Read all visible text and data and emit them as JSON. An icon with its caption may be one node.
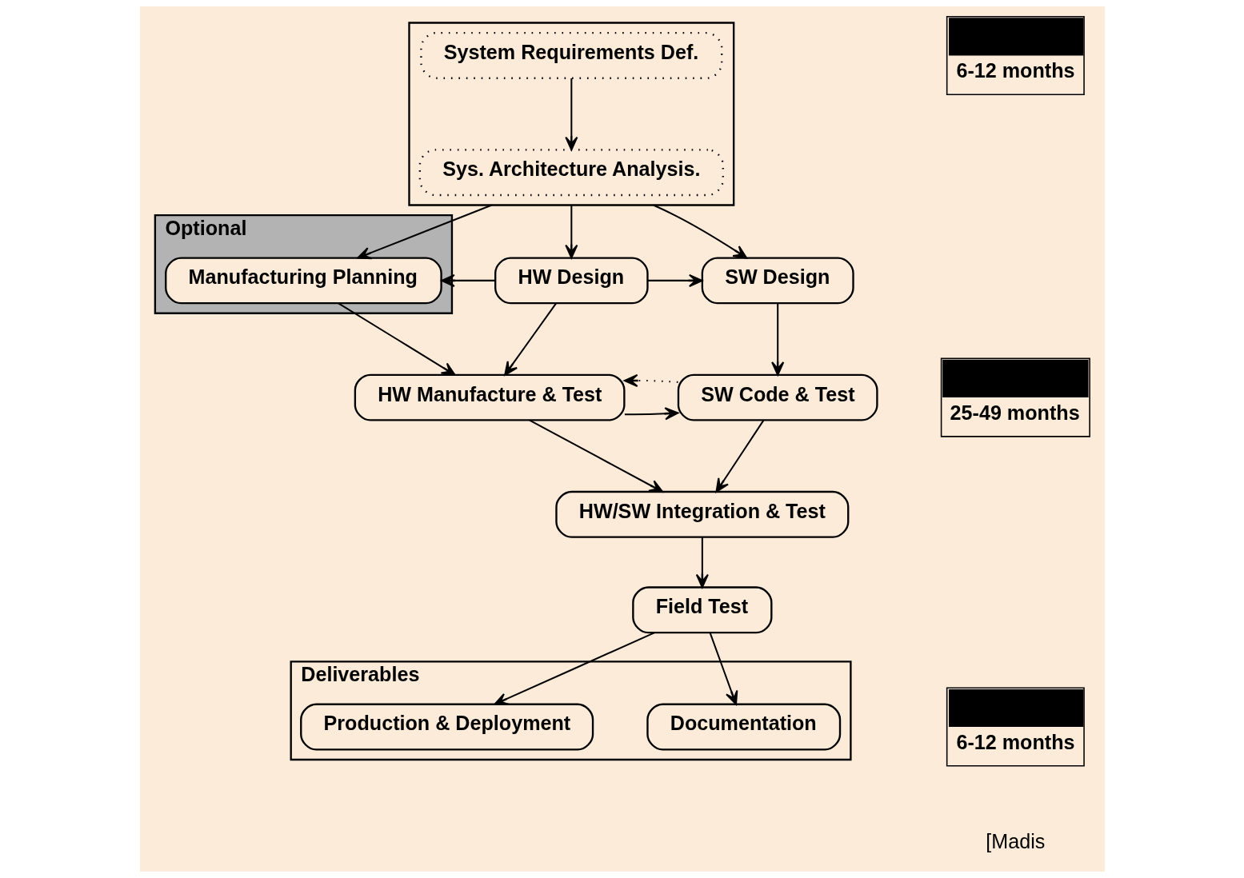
{
  "diagram": {
    "nodes": [
      {
        "text": [],
        "shape": "box"
      },
      {
        "text": [
          "System Requirements Def."
        ],
        "in": 0
      },
      {
        "text": [
          "Sys. Architecture Analysis."
        ],
        "in": 0
      },
      {
        "text": [
          "Optional"
        ]
      },
      {
        "text": [
          "Manufacturing Planning"
        ],
        "in": 3
      },
      {
        "text": [
          "HW Design"
        ]
      },
      {
        "text": [
          "SW Design"
        ]
      },
      {
        "text": [
          "HW Manufacture & Test"
        ]
      },
      {
        "text": [
          "SW Code & Test"
        ]
      },
      {
        "text": [
          "HW/SW Integration & Test"
        ]
      },
      {
        "text": [
          "Deliverables"
        ]
      },
      {
        "text": [
          "Documentation"
        ],
        "in": 10
      },
      {
        "text": [
          "Production & Deployment"
        ],
        "in": 10
      },
      {
        "text": [
          "Field Test"
        ]
      },
      {
        "text": [
          "6-12 months"
        ]
      },
      {
        "text": [
          "25-49 months"
        ]
      },
      {
        "text": [
          "6-12 months"
        ]
      }
    ],
    "edges": [
      {
        "from": 1,
        "to": 2,
        "arrow": "to"
      },
      {
        "from": 0,
        "to": 4,
        "arrow": "to"
      },
      {
        "from": 0,
        "to": 5,
        "arrow": "to"
      },
      {
        "from": 0,
        "to": 6,
        "arrow": "to"
      },
      {
        "from": 5,
        "to": 4,
        "arrow": "to"
      },
      {
        "from": 5,
        "to": 6,
        "arrow": "to"
      },
      {
        "from": 5,
        "to": 7,
        "arrow": "to"
      },
      {
        "from": 6,
        "to": 8,
        "arrow": "to"
      },
      {
        "from": 4,
        "to": 7,
        "arrow": "to"
      },
      {
        "from": 7,
        "to": 8,
        "arrow": "to"
      },
      {
        "from": 8,
        "to": 7,
        "arrow": "to",
        "style": "dashed"
      },
      {
        "from": 7,
        "to": 9,
        "arrow": "to"
      },
      {
        "from": 8,
        "to": 9,
        "arrow": "to"
      },
      {
        "from": 9,
        "to": 13,
        "arrow": "to"
      },
      {
        "from": 13,
        "to": 11,
        "arrow": "to"
      },
      {
        "from": 13,
        "to": 12,
        "arrow": "to"
      }
    ],
    "labels": [
      "[Madis"
    ]
  }
}
